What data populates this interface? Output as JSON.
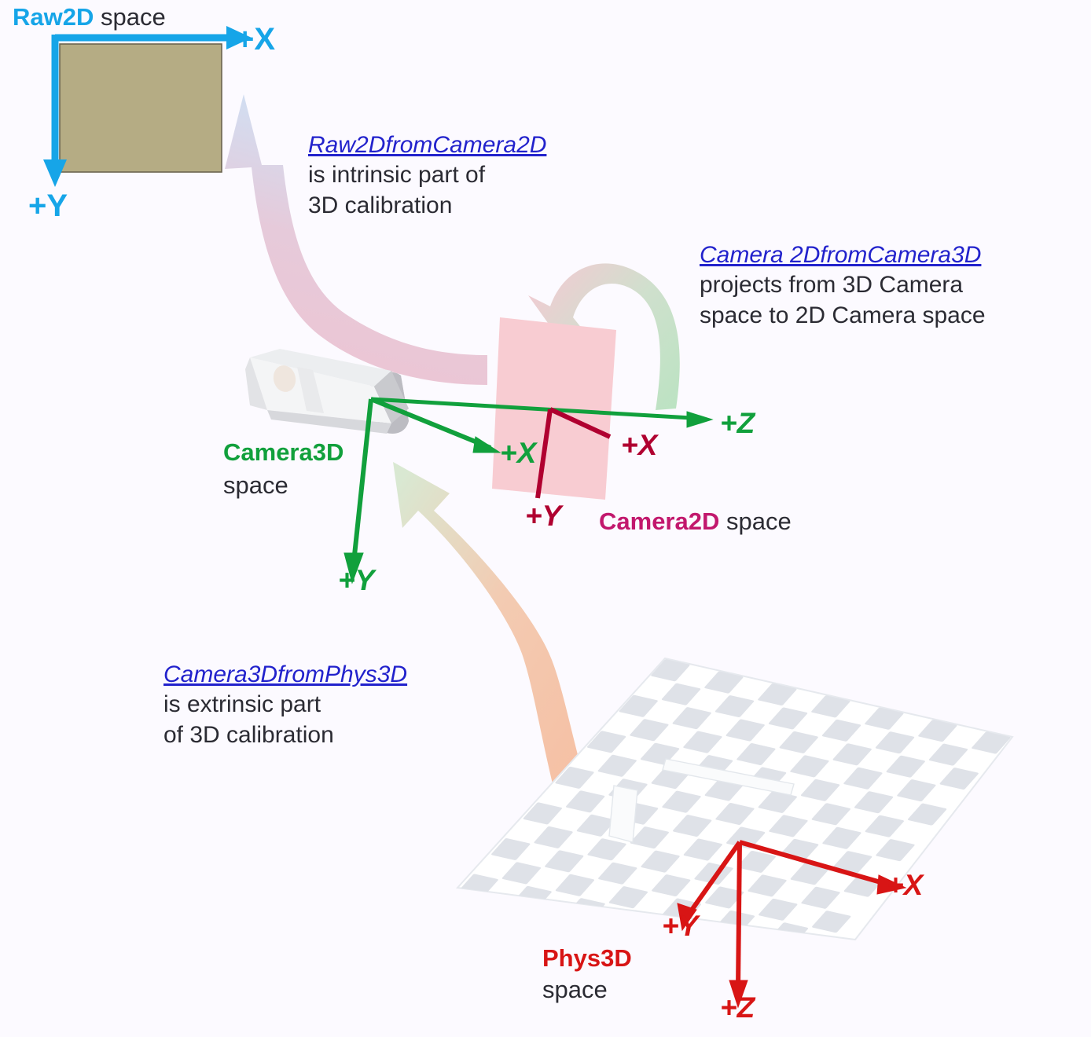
{
  "meta": {
    "background": "#fcfaff",
    "diagram_title": "3D calibration coordinate spaces"
  },
  "colors": {
    "raw2d_blue": "#16a5e8",
    "raw2d_fill": "#b5ac84",
    "camera3d_green": "#11a03c",
    "camera2d_magenta": "#c2186d",
    "camera2d_axis_red": "#b00030",
    "camera2d_plane": "#f8cdd3",
    "phys3d_red": "#d81515",
    "link_blue": "#2222cc",
    "text_dark": "#2b2b33",
    "arrow_pink": "#e9c3cf",
    "arrow_lightblue": "#cfe2f5",
    "arrow_green": "#bfe2c3",
    "arrow_orange": "#f7c1a5",
    "checker_light": "#ffffff",
    "checker_dark": "#dfe2e8"
  },
  "spaces": {
    "raw2d": {
      "name": "Raw2D",
      "suffix": " space",
      "axes": [
        {
          "id": "x",
          "label": "+X"
        },
        {
          "id": "y",
          "label": "+Y"
        }
      ]
    },
    "camera3d": {
      "name": "Camera3D",
      "suffix": "space",
      "axes": [
        {
          "id": "x",
          "label": "+X"
        },
        {
          "id": "y",
          "label": "+Y"
        },
        {
          "id": "z",
          "label": "+Z"
        }
      ]
    },
    "camera2d": {
      "name": "Camera2D",
      "suffix": " space",
      "axes": [
        {
          "id": "x",
          "label": "+X"
        },
        {
          "id": "y",
          "label": "+Y"
        }
      ]
    },
    "phys3d": {
      "name": "Phys3D",
      "suffix": "space",
      "axes": [
        {
          "id": "x",
          "label": "+X"
        },
        {
          "id": "y",
          "label": "+Y"
        },
        {
          "id": "z",
          "label": "+Z"
        }
      ]
    }
  },
  "transforms": {
    "raw2d_from_camera2d": {
      "link": "Raw2DfromCamera2D",
      "line1": "is intrinsic part of",
      "line2": "3D calibration"
    },
    "camera2d_from_camera3d": {
      "link": "Camera 2DfromCamera3D",
      "line1": "projects from 3D Camera",
      "line2": "space to 2D Camera space"
    },
    "camera3d_from_phys3d": {
      "link": "Camera3DfromPhys3D",
      "line1": "is extrinsic part",
      "line2": "of 3D calibration"
    }
  },
  "objects": {
    "camera_body": "camera",
    "calibration_plate": "checkerboard-calibration-plate"
  }
}
